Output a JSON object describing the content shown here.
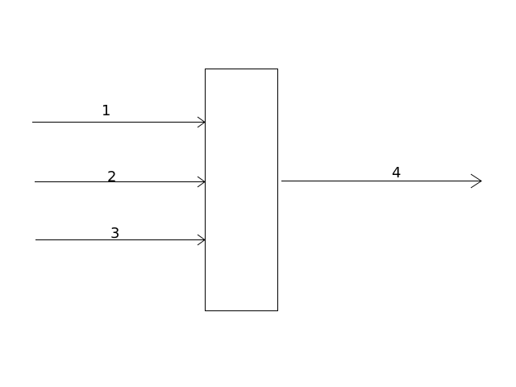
{
  "diagram": {
    "inputs": [
      {
        "label": "1"
      },
      {
        "label": "2"
      },
      {
        "label": "3"
      }
    ],
    "output": {
      "label": "4"
    },
    "colors": {
      "line": "#000000",
      "background": "#ffffff"
    }
  }
}
